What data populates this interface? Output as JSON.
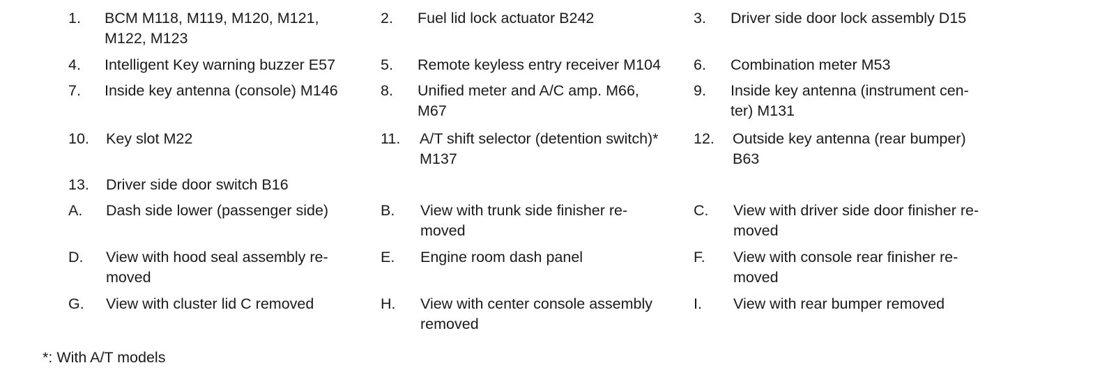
{
  "legend": {
    "items": [
      {
        "label": "1.",
        "lines": [
          "BCM M118, M119, M120, M121,",
          "M122, M123"
        ]
      },
      {
        "label": "2.",
        "lines": [
          "Fuel lid lock actuator B242"
        ]
      },
      {
        "label": "3.",
        "lines": [
          "Driver side door lock assembly D15"
        ]
      },
      {
        "label": "4.",
        "lines": [
          "Intelligent Key warning buzzer E57"
        ]
      },
      {
        "label": "5.",
        "lines": [
          "Remote keyless entry receiver M104"
        ]
      },
      {
        "label": "6.",
        "lines": [
          "Combination meter M53"
        ]
      },
      {
        "label": "7.",
        "lines": [
          "Inside key antenna (console) M146"
        ]
      },
      {
        "label": "8.",
        "lines": [
          "Unified meter and A/C amp. M66,",
          "M67"
        ]
      },
      {
        "label": "9.",
        "lines": [
          "Inside key antenna (instrument cen-",
          "ter) M131"
        ]
      },
      {
        "label": "10.",
        "lines": [
          "Key slot M22"
        ]
      },
      {
        "label": "11.",
        "lines": [
          "A/T shift selector (detention switch)*",
          "M137"
        ]
      },
      {
        "label": "12.",
        "lines": [
          "Outside key antenna (rear bumper)",
          "B63"
        ]
      },
      {
        "label": "13.",
        "lines": [
          "Driver side door switch B16"
        ]
      },
      {
        "label": "A.",
        "lines": [
          "Dash side lower (passenger side)"
        ]
      },
      {
        "label": "B.",
        "lines": [
          "View with trunk side finisher re-",
          "moved"
        ]
      },
      {
        "label": "C.",
        "lines": [
          "View with driver side door finisher re-",
          "moved"
        ]
      },
      {
        "label": "D.",
        "lines": [
          "View with hood seal assembly re-",
          "moved"
        ]
      },
      {
        "label": "E.",
        "lines": [
          "Engine room dash panel"
        ]
      },
      {
        "label": "F.",
        "lines": [
          "View with console rear finisher re-",
          "moved"
        ]
      },
      {
        "label": "G.",
        "lines": [
          "View with cluster lid C removed"
        ]
      },
      {
        "label": "H.",
        "lines": [
          "View with center console assembly",
          "removed"
        ]
      },
      {
        "label": "I.",
        "lines": [
          "View with rear bumper removed"
        ]
      }
    ]
  },
  "footnote": "*: With A/T models"
}
